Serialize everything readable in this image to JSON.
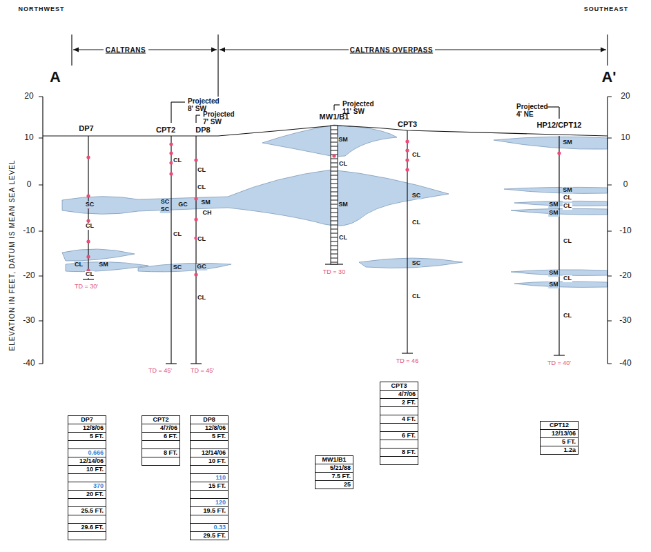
{
  "diagram": {
    "nodes": [
      {
        "text": [
          "DP7",
          "12/8/06",
          "5 FT.",
          "0.666",
          "12/14/06",
          "10 FT.",
          "370",
          "20 FT.",
          "25.5 FT.",
          "29.6 FT."
        ]
      },
      {
        "text": [
          "CPT2",
          "4/7/06",
          "6 FT.",
          "8 FT."
        ]
      },
      {
        "text": [
          "DP8",
          "12/8/06",
          "5 FT.",
          "12/14/06",
          "10 FT.",
          "110",
          "15 FT.",
          "120",
          "19.5 FT.",
          "0.33",
          "29.5 FT."
        ]
      },
      {
        "text": [
          "MW1/B1",
          "5/21/88",
          "7.5 FT.",
          "25"
        ]
      },
      {
        "text": [
          "CPT3",
          "4/7/06",
          "2 FT.",
          "4 FT.",
          "6 FT.",
          "8 FT."
        ]
      },
      {
        "text": [
          "CPT12",
          "12/13/06",
          "5 FT.",
          "1.2a"
        ]
      }
    ],
    "labels": [
      "NORTHWEST",
      "SOUTHEAST",
      "CALTRANS",
      "CALTRANS OVERPASS",
      "A",
      "A'",
      "Projected 8' SW",
      "Projected 7' SW",
      "Projected 11' SW",
      "Projected 4' NE",
      "DP7",
      "CPT2",
      "DP8",
      "MW1/B1",
      "CPT3",
      "HP12/CPT12",
      "20",
      "10",
      "0",
      "-10",
      "-20",
      "-30",
      "-40",
      "20",
      "10",
      "0",
      "-10",
      "-20",
      "-30",
      "-40",
      "ELEVATION IN FEET, DATUM IS MEAN SEA LEVEL",
      "SC",
      "CL",
      "CL",
      "SM",
      "CL",
      "CL",
      "SC",
      "SC",
      "GC",
      "CL",
      "SC",
      "CL",
      "CL",
      "SM",
      "CH",
      "CL",
      "GC",
      "CL",
      "SM",
      "CL",
      "SM",
      "CL",
      "CL",
      "SC",
      "CL",
      "SC",
      "CL",
      "SM",
      "SM",
      "CL",
      "SM",
      "CL",
      "SM",
      "CL",
      "SM",
      "CL",
      "SM",
      "CL",
      "TD = 30'",
      "TD = 45'",
      "TD = 45'",
      "TD = 30",
      "TD = 46",
      "TD = 40'"
    ]
  }
}
